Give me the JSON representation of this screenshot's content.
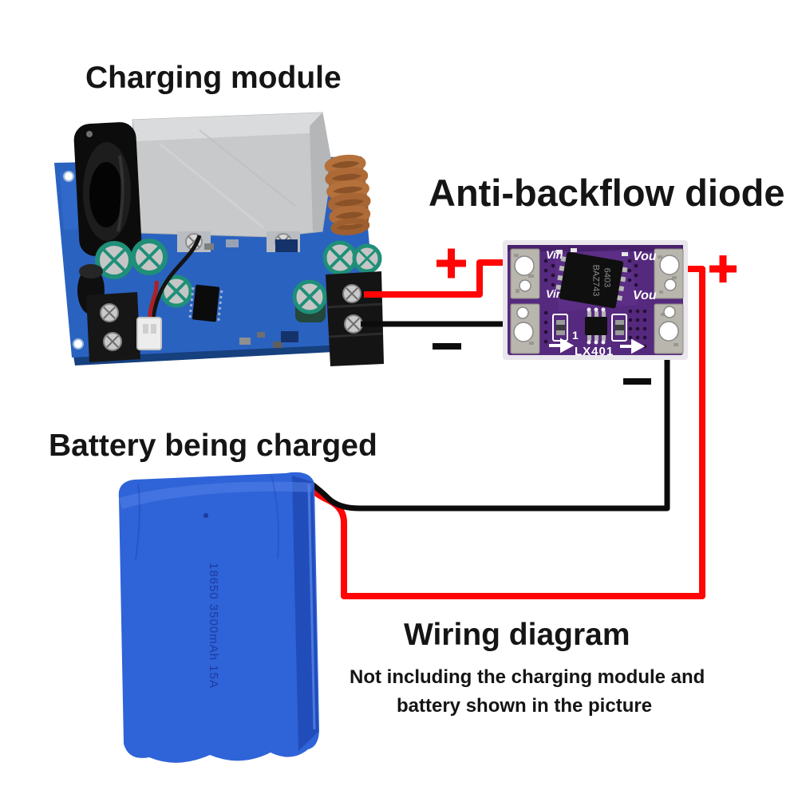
{
  "titles": {
    "charging_module": "Charging module",
    "anti_backflow_diode": "Anti-backflow diode",
    "battery": "Battery being charged",
    "wiring": "Wiring diagram",
    "note_line1": "Not including the charging module and",
    "note_line2": "battery shown in the picture"
  },
  "diode_module": {
    "label_vin_top": "Vin",
    "label_vout_top": "Vou",
    "label_vin_mid": "Vin",
    "label_vout_mid": "Vou",
    "chip_marking_line1": "6403",
    "chip_marking_line2": "BAZ743",
    "pin1_marker": "1",
    "part_number": "LX401"
  },
  "battery_pack": {
    "print_label": "18650 3500mAh 15A"
  },
  "icons": {
    "plus_symbol": "+",
    "minus_symbol": "−"
  },
  "colors": {
    "wire_positive": "#ff0505",
    "wire_negative": "#0c0c0c",
    "pcb_blue": "#2a62c0",
    "module_purple": "#55297e",
    "battery_blue": "#2f63d8"
  }
}
